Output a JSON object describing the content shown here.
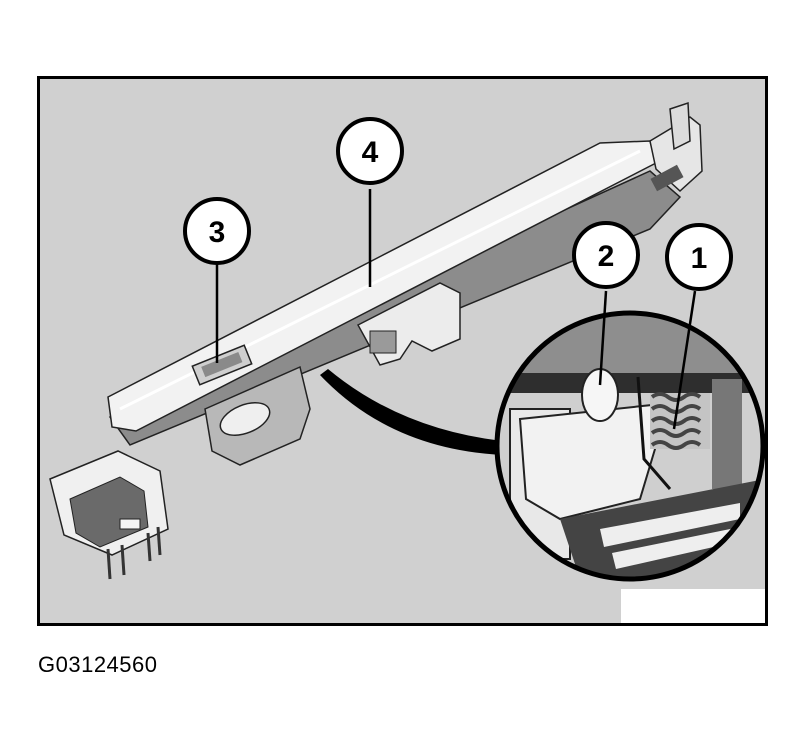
{
  "figure": {
    "id_label": "G03124560",
    "callouts": [
      {
        "label": "1",
        "part": "spring"
      },
      {
        "label": "2",
        "part": "pin"
      },
      {
        "label": "3",
        "part": "button"
      },
      {
        "label": "4",
        "part": "rail"
      }
    ]
  },
  "colors": {
    "background": "#d0d0d0",
    "part_light": "#eeeeee",
    "part_mid": "#a8a8a8",
    "part_dark": "#4a4a4a",
    "outline": "#000000"
  }
}
